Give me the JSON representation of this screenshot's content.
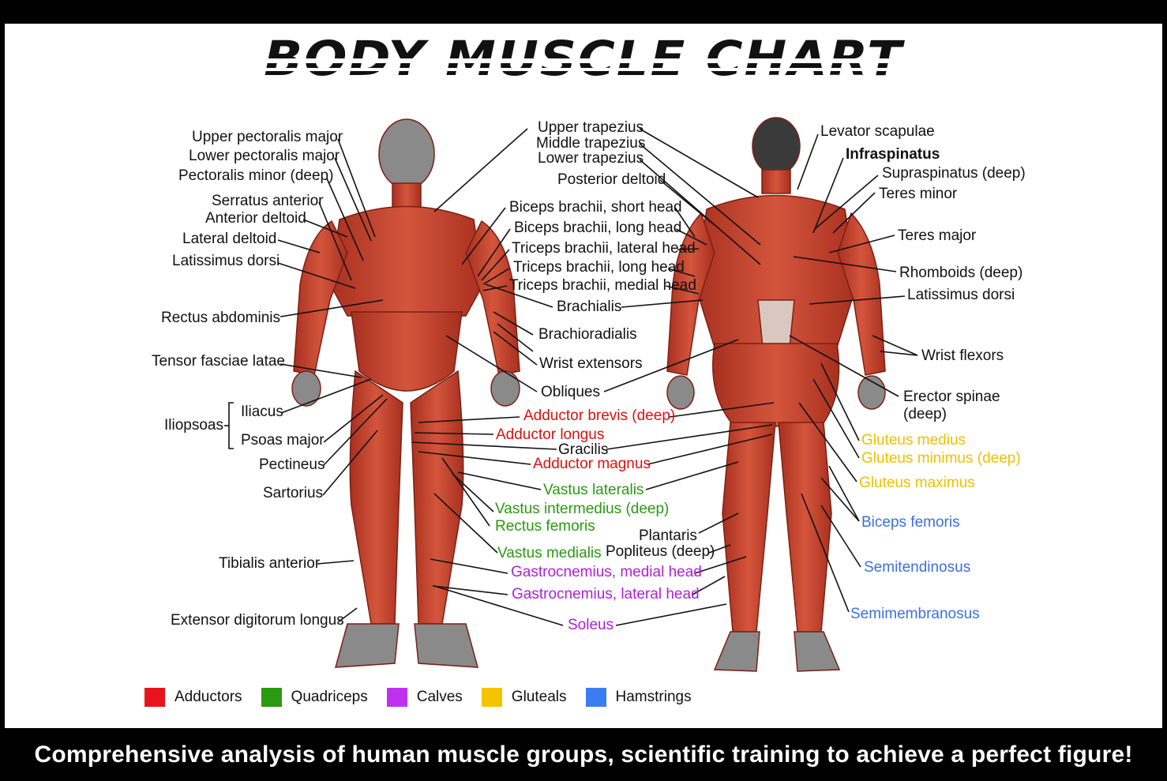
{
  "title": "BODY MUSCLE CHART",
  "tagline": "Comprehensive analysis of human muscle groups, scientific training to achieve a perfect figure!",
  "colors": {
    "adductors": "#e8141a",
    "quadriceps": "#2a9a10",
    "calves": "#c030f0",
    "gluteals": "#f5c400",
    "hamstrings": "#3a7df0",
    "muscle": "#c8412c"
  },
  "front_labels": {
    "upper_pectoralis_major": "Upper pectoralis major",
    "lower_pectoralis_major": "Lower pectoralis major",
    "pectoralis_minor": "Pectoralis minor (deep)",
    "serratus_anterior": "Serratus anterior",
    "anterior_deltoid": "Anterior deltoid",
    "lateral_deltoid": "Lateral deltoid",
    "latissimus_dorsi": "Latissimus dorsi",
    "rectus_abdominis": "Rectus abdominis",
    "tensor_fasciae_latae": "Tensor fasciae latae",
    "iliopsoas": "Iliopsoas",
    "iliacus": "Iliacus",
    "psoas_major": "Psoas major",
    "pectineus": "Pectineus",
    "sartorius": "Sartorius",
    "tibialis_anterior": "Tibialis anterior",
    "extensor_digitorum_longus": "Extensor digitorum longus"
  },
  "center_labels": {
    "upper_trapezius": "Upper trapezius",
    "middle_trapezius": "Middle trapezius",
    "lower_trapezius": "Lower trapezius",
    "posterior_deltoid": "Posterior deltoid",
    "biceps_short": "Biceps brachii, short head",
    "biceps_long": "Biceps brachii, long head",
    "triceps_lateral": "Triceps brachii, lateral head",
    "triceps_long": "Triceps brachii, long head",
    "triceps_medial": "Triceps brachii, medial head",
    "brachialis": "Brachialis",
    "brachioradialis": "Brachioradialis",
    "wrist_extensors": "Wrist extensors",
    "obliques": "Obliques",
    "adductor_brevis": "Adductor brevis (deep)",
    "adductor_longus": "Adductor longus",
    "gracilis": "Gracilis",
    "adductor_magnus": "Adductor magnus",
    "vastus_lateralis": "Vastus lateralis",
    "vastus_intermedius": "Vastus intermedius (deep)",
    "rectus_femoris": "Rectus femoris",
    "plantaris": "Plantaris",
    "vastus_medialis": "Vastus medialis",
    "popliteus": "Popliteus (deep)",
    "gastrocnemius_medial": "Gastrocnemius, medial head",
    "gastrocnemius_lateral": "Gastrocnemius, lateral head",
    "soleus": "Soleus"
  },
  "back_labels": {
    "levator_scapulae": "Levator scapulae",
    "infraspinatus": "Infraspinatus",
    "supraspinatus": "Supraspinatus (deep)",
    "teres_minor": "Teres minor",
    "teres_major": "Teres major",
    "rhomboids": "Rhomboids (deep)",
    "latissimus_dorsi": "Latissimus dorsi",
    "wrist_flexors": "Wrist flexors",
    "erector_spinae_1": "Erector spinae",
    "erector_spinae_2": "(deep)",
    "gluteus_medius": "Gluteus medius",
    "gluteus_minimus": "Gluteus minimus (deep)",
    "gluteus_maximus": "Gluteus maximus",
    "biceps_femoris": "Biceps femoris",
    "semitendinosus": "Semitendinosus",
    "semimembranosus": "Semimembranosus"
  },
  "legend": [
    {
      "label": "Adductors",
      "color": "#e8141a"
    },
    {
      "label": "Quadriceps",
      "color": "#2a9a10"
    },
    {
      "label": "Calves",
      "color": "#c030f0"
    },
    {
      "label": "Gluteals",
      "color": "#f5c400"
    },
    {
      "label": "Hamstrings",
      "color": "#3a7df0"
    }
  ]
}
